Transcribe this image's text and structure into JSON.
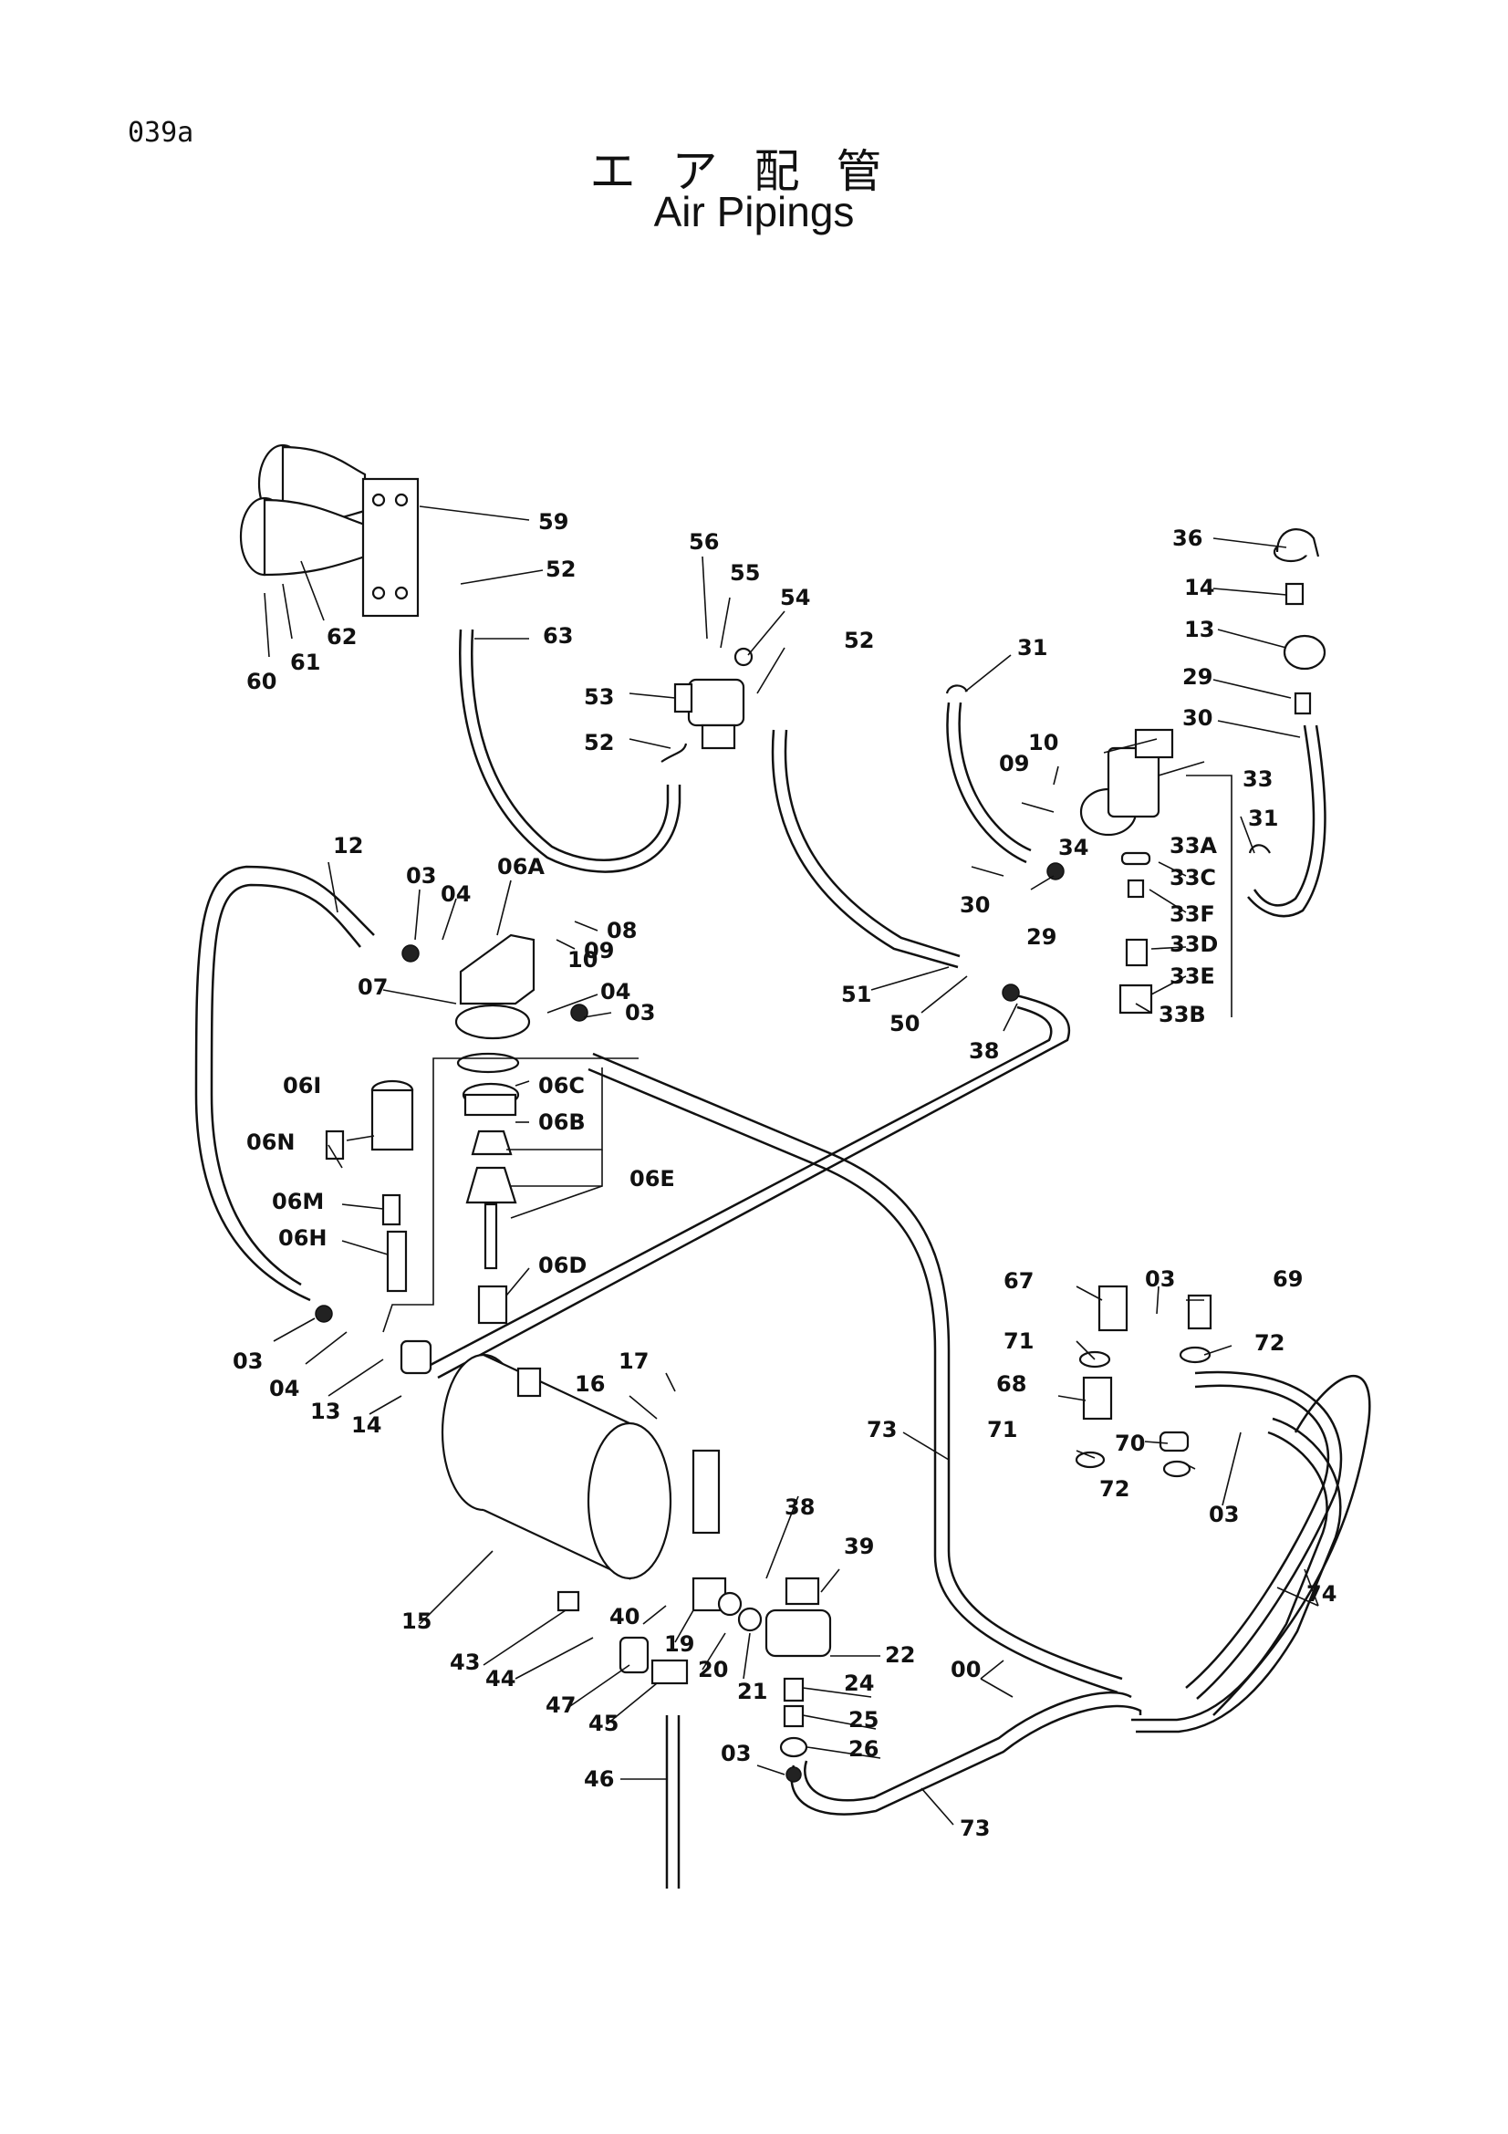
{
  "page_code": "039a",
  "title_jp": "エア配管",
  "title_en": "Air Pipings",
  "callouts": [
    "59",
    "52",
    "63",
    "62",
    "61",
    "60",
    "56",
    "55",
    "54",
    "53",
    "52",
    "52",
    "31",
    "36",
    "14",
    "13",
    "29",
    "30",
    "10",
    "09",
    "33",
    "33A",
    "34",
    "31",
    "33C",
    "30",
    "29",
    "33F",
    "33D",
    "33E",
    "33B",
    "12",
    "03",
    "04",
    "06A",
    "08",
    "09",
    "10",
    "07",
    "04",
    "03",
    "51",
    "50",
    "38",
    "06I",
    "06C",
    "06B",
    "06N",
    "06E",
    "06M",
    "06H",
    "06D",
    "03",
    "04",
    "13",
    "14",
    "17",
    "16",
    "67",
    "03",
    "69",
    "71",
    "72",
    "68",
    "70",
    "71",
    "72",
    "03",
    "73",
    "74",
    "38",
    "39",
    "15",
    "40",
    "19",
    "20",
    "21",
    "22",
    "43",
    "44",
    "47",
    "45",
    "24",
    "00",
    "25",
    "26",
    "46",
    "03",
    "73"
  ]
}
